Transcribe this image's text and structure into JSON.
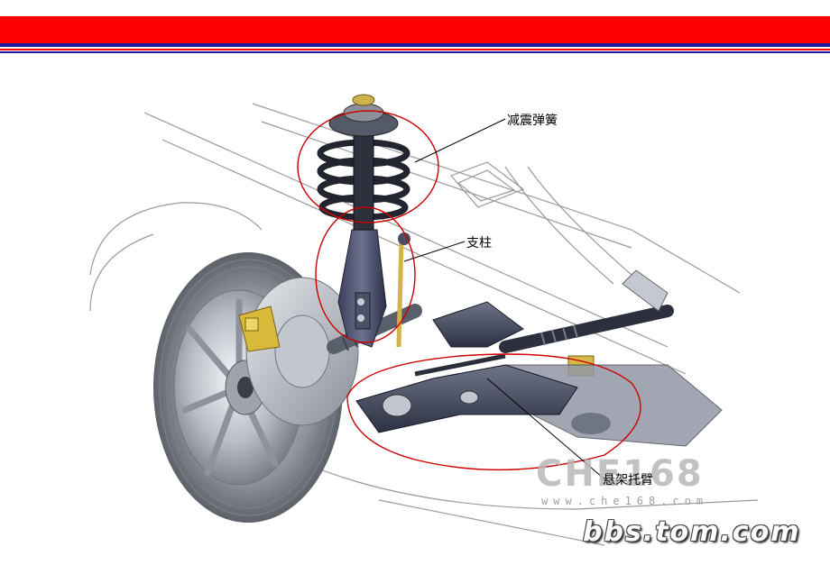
{
  "labels": {
    "spring": "减震弹簧",
    "strut": "支柱",
    "control_arm": "悬架托臂"
  },
  "watermarks": {
    "brand": "CHE168",
    "url": "www.che168.com",
    "site": "bbs.tom.com"
  },
  "colors": {
    "header_red": "#ff0000",
    "header_blue": "#1a1aa0",
    "highlight_circle": "#cc0000"
  }
}
